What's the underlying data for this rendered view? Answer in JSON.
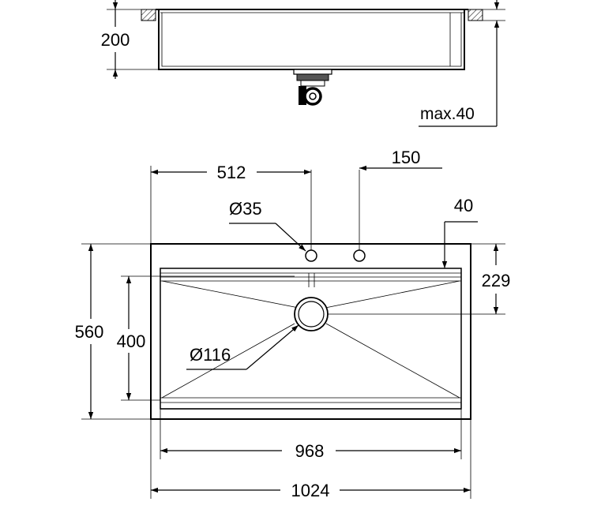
{
  "dimensions": {
    "depth": "200",
    "offset_max": "max.40",
    "tap_offset_center": "512",
    "tap_spacing": "150",
    "edge_offset": "40",
    "tap_hole_diameter": "Ø35",
    "drain_offset": "229",
    "outer_depth": "560",
    "bowl_depth": "400",
    "drain_diameter": "Ø116",
    "bowl_width": "968",
    "outer_width": "1024"
  },
  "colors": {
    "line": "#000000",
    "background": "#ffffff"
  }
}
